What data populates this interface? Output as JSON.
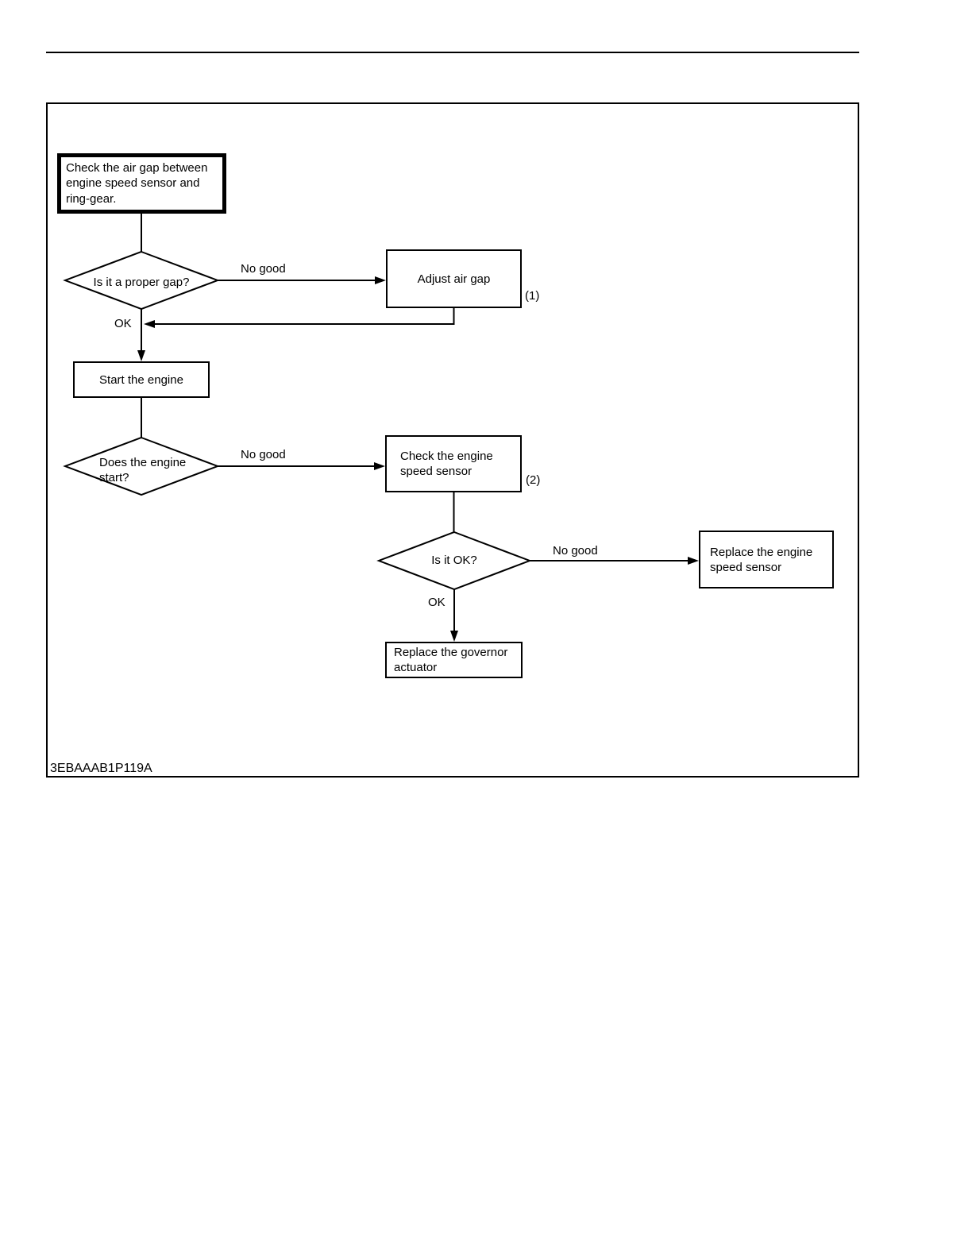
{
  "figure": {
    "code": "3EBAAAB1P119A"
  },
  "colors": {
    "ink": "#000000",
    "paper": "#ffffff"
  },
  "flowchart": {
    "nodes": {
      "check_air_gap": "Check the air gap between\nengine speed sensor and\nring-gear.",
      "is_proper_gap": "Is it a proper gap?",
      "adjust_air_gap": "Adjust air gap",
      "start_engine": "Start the engine",
      "does_engine_start": "Does the engine\nstart?",
      "check_speed_sensor": "Check the engine\nspeed sensor",
      "is_it_ok": "Is it OK?",
      "replace_speed_sensor": "Replace the engine\nspeed sensor",
      "replace_governor": "Replace the governor\nactuator"
    },
    "labels": {
      "no_good_1": "No good",
      "no_good_2": "No good",
      "no_good_3": "No good",
      "ok_1": "OK",
      "ok_2": "OK",
      "ref_1": "(1)",
      "ref_2": "(2)"
    }
  }
}
